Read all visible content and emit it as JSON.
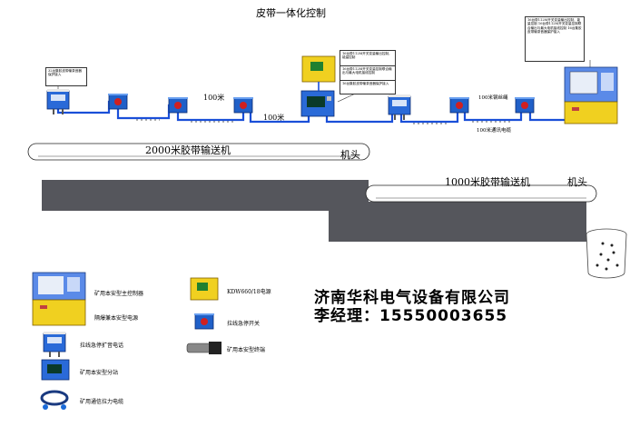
{
  "title": "皮带一体化控制",
  "colors": {
    "cable": "#1a4fd8",
    "device_blue": "#2060c8",
    "device_yellow": "#f0d020",
    "belt_dark": "#55565c"
  },
  "notes": {
    "left": "32台集胶皮带输录音器保护接入",
    "mid_top": "16台带112M开关变量输出控制，能量控制",
    "mid_mid": "16台带112M开关变量控制联合输出与最大电机接线控制",
    "mid_low": "16台集胶皮带输录音器保护接入",
    "right": "16台带112M开关变量输出控制，能量控制 16台带112M开关变量控制联合输出与最大电机接线控制 16台集胶皮带输录音器保护接入"
  },
  "distances": {
    "d1": "100米",
    "d2": "100米",
    "d3": "100米钢丝绳",
    "d4": "100米通讯电缆"
  },
  "belts": {
    "upper": {
      "label": "2000米胶带输送机",
      "head": "机头"
    },
    "lower": {
      "label": "1000米胶带输送机",
      "head": "机头"
    }
  },
  "legend": [
    {
      "icon": "main-controller-icon",
      "label": "矿用本安型主控制器"
    },
    {
      "icon": "power-supply-icon",
      "label": "隔爆兼本安型电源"
    },
    {
      "icon": "emergency-phone-icon",
      "label": "拉线急停扩音电话"
    },
    {
      "icon": "substation-icon",
      "label": "矿用本安型分站"
    },
    {
      "icon": "comm-cable-icon",
      "label": "矿用通信拉力电缆"
    },
    {
      "icon": "kdw-power-icon",
      "label": "KDW660/18电源"
    },
    {
      "icon": "emergency-stop-icon",
      "label": "拉线急停开关"
    },
    {
      "icon": "terminal-icon",
      "label": "矿用本安型终端"
    }
  ],
  "company": "济南华科电气设备有限公司",
  "contact": "李经理：15550003655"
}
